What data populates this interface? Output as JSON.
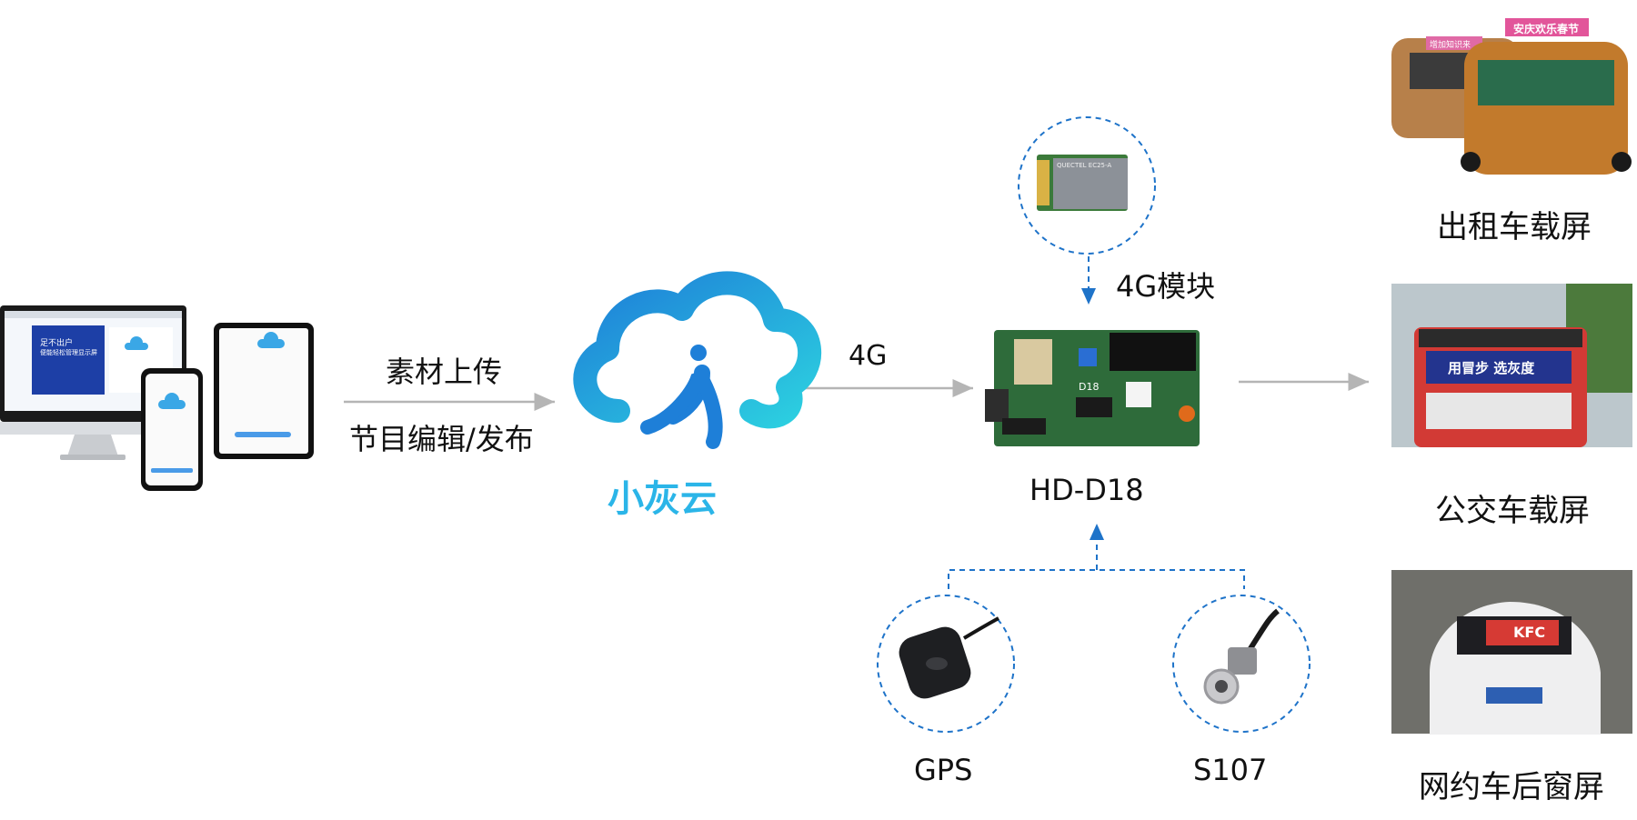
{
  "devices": {
    "monitor_text_1": "足不出户",
    "monitor_text_2": "便能轻松管理显示屏"
  },
  "upload": {
    "line1": "素材上传",
    "line2": "节目编辑/发布"
  },
  "cloud": {
    "name": "小灰云",
    "accent": "#2bb5e8",
    "accent_dark": "#1e7fd8"
  },
  "link_4g": "4G",
  "module": {
    "label": "4G模块",
    "chip_text": "QUECTEL EC25-A"
  },
  "controller": {
    "name": "HD-D18",
    "chip_label": "D18"
  },
  "sensors": {
    "gps": "GPS",
    "s107": "S107"
  },
  "outputs": {
    "taxi": "出租车载屏",
    "taxi_sign_1": "增加知识来",
    "taxi_sign_2": "安庆欢乐春节",
    "bus": "公交车载屏",
    "bus_sign": "用冒步 选灰度",
    "car": "网约车后窗屏",
    "car_sign": "KFC"
  }
}
